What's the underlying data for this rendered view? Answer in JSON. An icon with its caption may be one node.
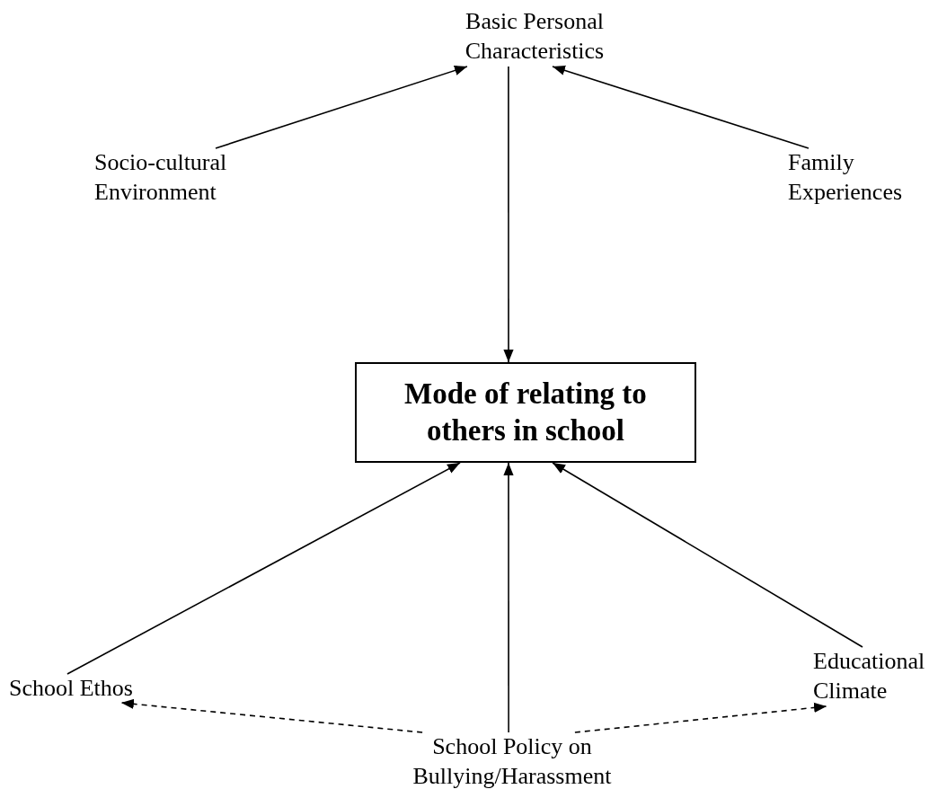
{
  "diagram": {
    "nodes": [
      {
        "text": [
          "Basic Personal Characteristics"
        ]
      },
      {
        "text": [
          "Socio-cultural Environment"
        ]
      },
      {
        "text": [
          "Family Experiences"
        ]
      },
      {
        "text": [
          "Mode of relating to others in school"
        ]
      },
      {
        "text": [
          "School Ethos"
        ]
      },
      {
        "text": [
          "Educational Climate"
        ]
      },
      {
        "text": [
          "School Policy on Bullying/Harassment"
        ]
      }
    ],
    "edges": [
      {
        "from": 1,
        "to": 0,
        "arrow": "to"
      },
      {
        "from": 2,
        "to": 0,
        "arrow": "to"
      },
      {
        "from": 0,
        "to": 3,
        "arrow": "to"
      },
      {
        "from": 4,
        "to": 3,
        "arrow": "to"
      },
      {
        "from": 6,
        "to": 3,
        "arrow": "to"
      },
      {
        "from": 5,
        "to": 3,
        "arrow": "to"
      },
      {
        "from": 6,
        "to": 4,
        "arrow": "to",
        "style": "dashed"
      },
      {
        "from": 6,
        "to": 5,
        "arrow": "to",
        "style": "dashed"
      }
    ]
  }
}
